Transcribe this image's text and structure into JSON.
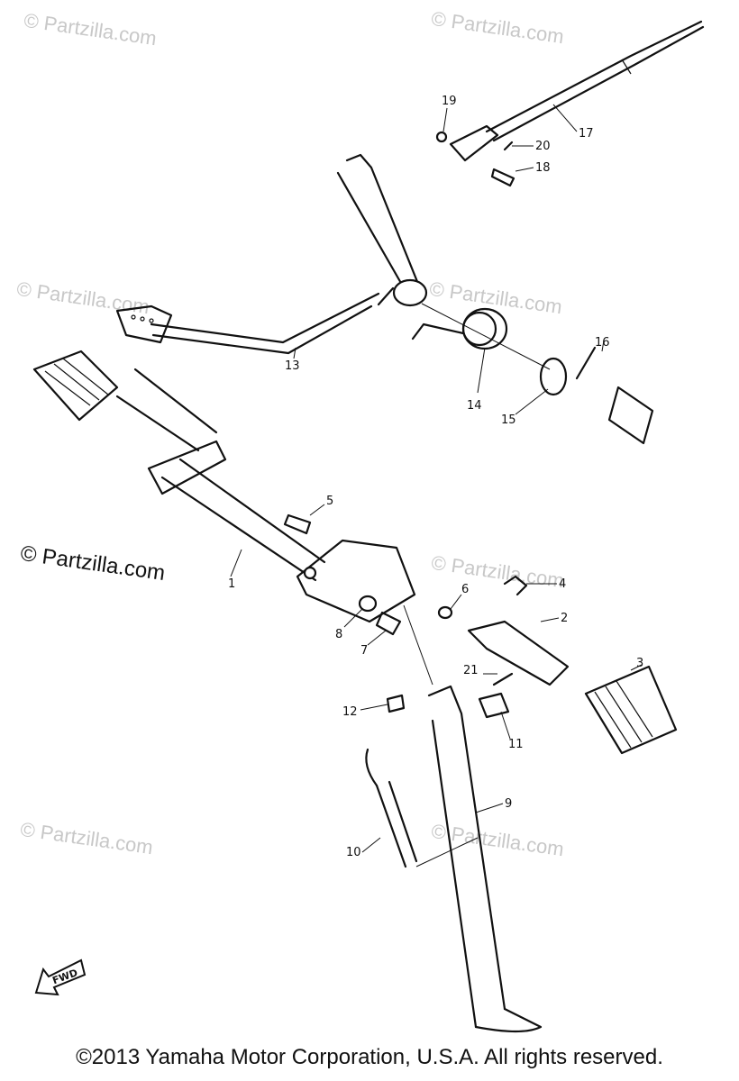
{
  "watermarks": [
    "© Partzilla.com",
    "© Partzilla.com",
    "© Partzilla.com",
    "© Partzilla.com",
    "© Partzilla.com",
    "© Partzilla.com",
    "© Partzilla.com",
    "© Partzilla.com"
  ],
  "watermark_strong": "© Partzilla.com",
  "callouts": [
    "1",
    "2",
    "3",
    "4",
    "5",
    "6",
    "7",
    "8",
    "9",
    "10",
    "11",
    "12",
    "13",
    "14",
    "15",
    "16",
    "17",
    "18",
    "19",
    "20",
    "21"
  ],
  "fwd_label": "FWD",
  "copyright": "©2013 Yamaha Motor Corporation, U.S.A. All rights reserved."
}
